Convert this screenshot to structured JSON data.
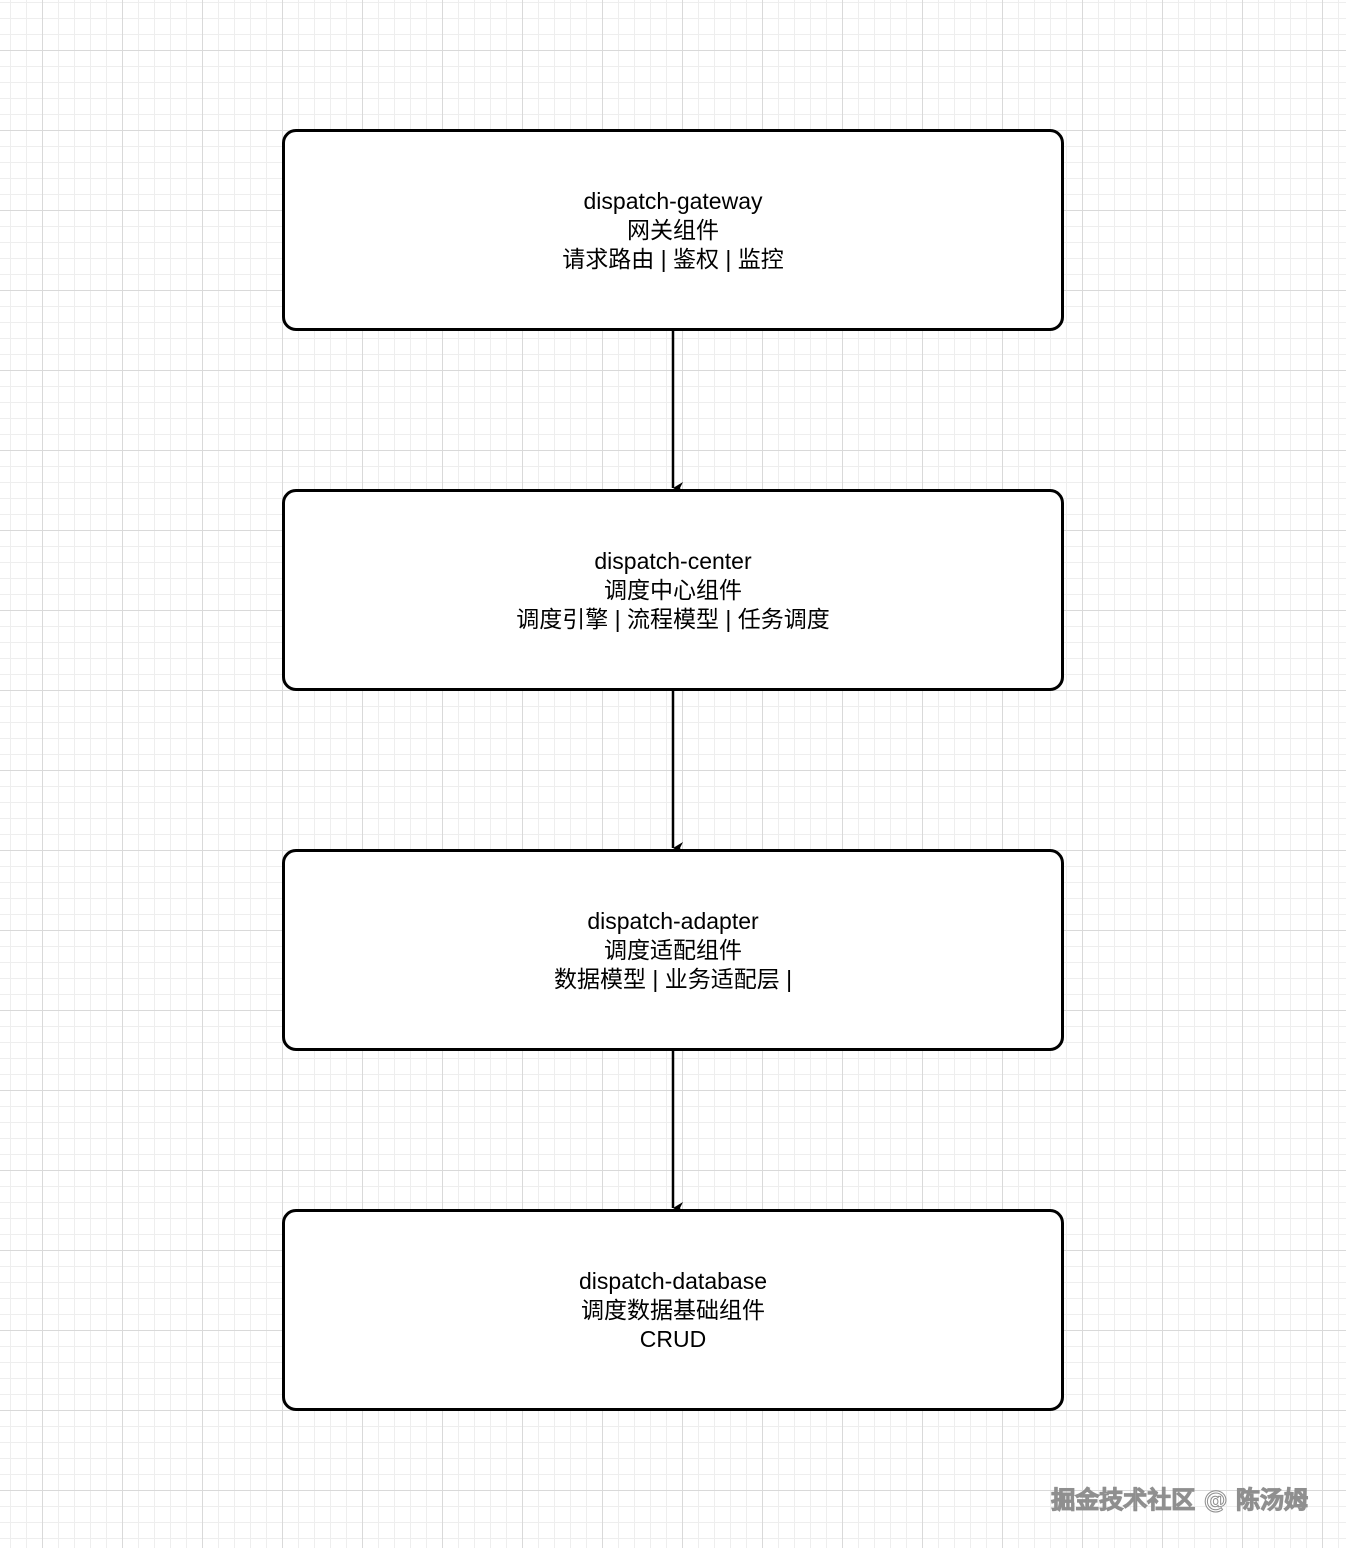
{
  "diagram": {
    "nodes": [
      {
        "id": "gateway",
        "name": "dispatch-gateway",
        "subtitle": "网关组件",
        "features": "请求路由 | 鉴权 | 监控"
      },
      {
        "id": "center",
        "name": "dispatch-center",
        "subtitle": "调度中心组件",
        "features": "调度引擎 | 流程模型 | 任务调度"
      },
      {
        "id": "adapter",
        "name": "dispatch-adapter",
        "subtitle": "调度适配组件",
        "features": "数据模型 | 业务适配层 |"
      },
      {
        "id": "database",
        "name": "dispatch-database",
        "subtitle": "调度数据基础组件",
        "features": "CRUD"
      }
    ],
    "edges": [
      {
        "from": "dispatch-gateway",
        "to": "dispatch-center"
      },
      {
        "from": "dispatch-center",
        "to": "dispatch-adapter"
      },
      {
        "from": "dispatch-adapter",
        "to": "dispatch-database"
      }
    ]
  },
  "watermark": "掘金技术社区 @ 陈汤姆",
  "colors": {
    "background": "#ffffff",
    "grid_major": "#d9d9d9",
    "grid_minor": "#eeeeee",
    "stroke": "#000000",
    "text": "#000000"
  }
}
